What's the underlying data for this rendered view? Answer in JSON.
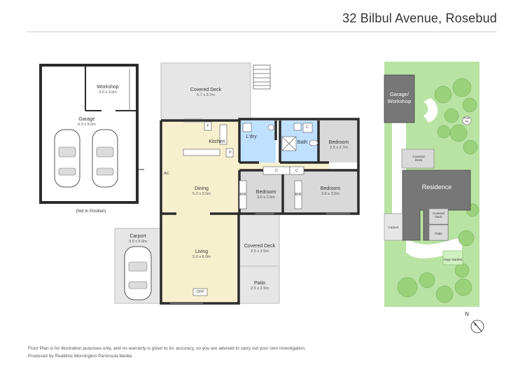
{
  "header": {
    "title": "32 Bilbul Avenue, Rosebud"
  },
  "plan": {
    "garage": {
      "workshop_name": "Workshop",
      "workshop_dim": "3.0 x 3.0m",
      "garage_name": "Garage",
      "garage_dim": "6.0 x 9.0m",
      "note": "(Not In Position)"
    },
    "covered_deck_top": {
      "name": "Covered Deck",
      "dim": "5.7 x 3.7m"
    },
    "kitchen": {
      "name": "Kitchen",
      "f": "F",
      "p": "P"
    },
    "ldry": {
      "name": "L'dry"
    },
    "bath": {
      "name": "Bath"
    },
    "bedroom1": {
      "name": "Bedroom",
      "dim": "2.5 x 2.7m"
    },
    "dining": {
      "name": "Dining",
      "dim": "5.2 x 3.0m",
      "ac": "AC"
    },
    "bedroom2": {
      "name": "Bedroom",
      "dim": "3.0 x 2.5m"
    },
    "bedroom3": {
      "name": "Bedroom",
      "dim": "3.6 x 3.0m"
    },
    "bir1": "BIR",
    "bir2": "BIR",
    "cupboards": [
      "C",
      "C",
      "C"
    ],
    "living": {
      "name": "Living",
      "dim": "5.0 x 6.0m",
      "ofp": "OFP"
    },
    "carport": {
      "name": "Carport",
      "dim": "3.0 x 5.0m"
    },
    "covered_deck_side": {
      "name": "Covered Deck",
      "dim": "2.5 x 3.5m"
    },
    "patio": {
      "name": "Patio",
      "dim": "2.5 x 2.5m"
    }
  },
  "site": {
    "garage_workshop": [
      "Garage/",
      "Workshop"
    ],
    "fire_pit": [
      "Fire",
      "Pit"
    ],
    "covered_deck": [
      "Covered",
      "Deck"
    ],
    "residence": "Residence",
    "covered_deck2": [
      "Covered",
      "Deck"
    ],
    "patio": "Patio",
    "carport": "Carport",
    "vege_garden": "Vege Garden",
    "compass": "N"
  },
  "footer": {
    "disclaimer": "Floor Plan is for illustration purposes only, and no warranty is given to its' accuracy, so you are advised to carry out your own investigation.",
    "credit": "Produced by Realtime Mornington Peninsula Media"
  },
  "colors": {
    "floor": "#f7f0cf",
    "wet": "#bfe0ff",
    "bedroom": "#d9d9d9",
    "deck": "#e9e9e9",
    "wall": "#2b2b2b",
    "grass": "#b9e3a3",
    "tree": "#9ad17a",
    "building": "#777777"
  }
}
